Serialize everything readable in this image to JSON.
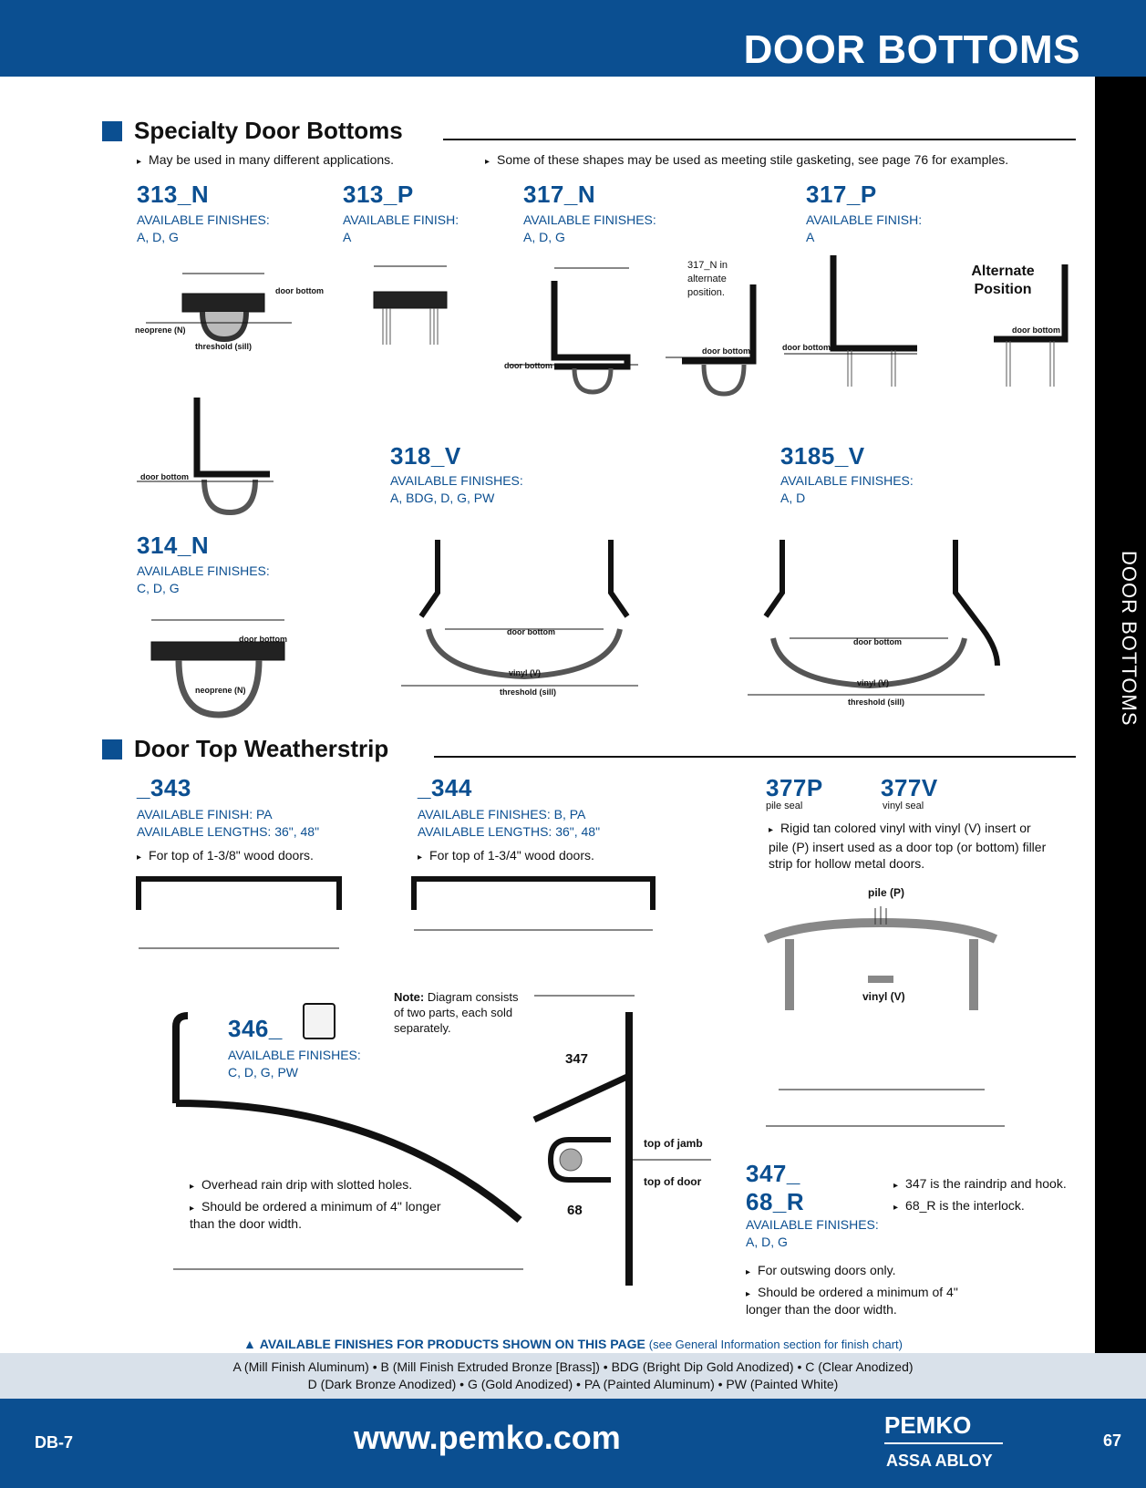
{
  "header": {
    "title": "DOOR BOTTOMS",
    "side_tab": "DOOR BOTTOMS"
  },
  "sections": {
    "specialty": {
      "title": "Specialty Door Bottoms",
      "bullets": [
        "May be used in many different applications.",
        "Some of these shapes may be used as meeting stile gasketing, see page 76 for examples."
      ]
    },
    "weatherstrip": {
      "title": "Door Top Weatherstrip"
    }
  },
  "products": {
    "p313n": {
      "name": "313_N",
      "fin_label": "AVAILABLE FINISHES:",
      "finishes": "A, D, G"
    },
    "p313p": {
      "name": "313_P",
      "fin_label": "AVAILABLE FINISH:",
      "finishes": "A"
    },
    "p317n": {
      "name": "317_N",
      "fin_label": "AVAILABLE FINISHES:",
      "finishes": "A, D, G",
      "note": "317_N in alternate position."
    },
    "p317p": {
      "name": "317_P",
      "fin_label": "AVAILABLE FINISH:",
      "finishes": "A",
      "alt": "Alternate Position"
    },
    "p318v": {
      "name": "318_V",
      "fin_label": "AVAILABLE FINISHES:",
      "finishes": "A, BDG, D, G, PW"
    },
    "p3185v": {
      "name": "3185_V",
      "fin_label": "AVAILABLE FINISHES:",
      "finishes": "A, D"
    },
    "p314n": {
      "name": "314_N",
      "fin_label": "AVAILABLE FINISHES:",
      "finishes": "C, D, G"
    },
    "p343": {
      "name": "_343",
      "fin": "AVAILABLE FINISH: PA",
      "len": "AVAILABLE LENGTHS: 36\", 48\"",
      "bullet": "For top of 1-3/8\" wood doors."
    },
    "p344": {
      "name": "_344",
      "fin": "AVAILABLE FINISHES: B, PA",
      "len": "AVAILABLE LENGTHS: 36\", 48\"",
      "bullet": "For top of 1-3/4\" wood doors."
    },
    "p377p": {
      "name": "377P",
      "sub": "pile seal"
    },
    "p377v": {
      "name": "377V",
      "sub": "vinyl seal",
      "bullet": "Rigid tan colored vinyl with vinyl (V) insert or pile (P) insert used as a door top (or bottom) filler strip for hollow metal doors."
    },
    "p346": {
      "name": "346_",
      "fin_label": "AVAILABLE FINISHES:",
      "finishes": "C, D, G, PW",
      "bullets": [
        "Overhead rain drip with slotted holes.",
        "Should be ordered a minimum of 4\" longer than the door width."
      ]
    },
    "p347": {
      "name1": "347_",
      "name2": "68_R",
      "fin_label": "AVAILABLE FINISHES:",
      "finishes": "A, D, G",
      "note_label": "Note:",
      "note": "Diagram consists of two parts, each sold separately.",
      "side_bullets": [
        "347 is the raindrip and hook.",
        "68_R is the interlock."
      ],
      "bullets": [
        "For outswing doors only.",
        "Should be ordered a minimum of 4\" longer than the door width."
      ]
    }
  },
  "labels": {
    "door_bottom": "door bottom",
    "neoprene": "neoprene (N)",
    "threshold": "threshold (sill)",
    "vinyl": "vinyl (V)",
    "pile": "pile (P)",
    "top_jamb": "top of jamb",
    "top_door": "top of door",
    "n347": "347",
    "n68": "68"
  },
  "finish_bar": {
    "title": "AVAILABLE FINISHES FOR PRODUCTS SHOWN ON THIS PAGE",
    "title_note": "(see General Information section for finish chart)",
    "line1": "A (Mill Finish Aluminum) • B (Mill Finish Extruded Bronze [Brass]) • BDG (Bright Dip Gold Anodized) • C (Clear Anodized)",
    "line2": "D (Dark Bronze Anodized) • G (Gold Anodized) • PA (Painted Aluminum) • PW (Painted White)"
  },
  "footer": {
    "left": "DB-7",
    "url": "www.pemko.com",
    "brand": "PEMKO",
    "parent": "ASSA ABLOY",
    "page": "67"
  }
}
